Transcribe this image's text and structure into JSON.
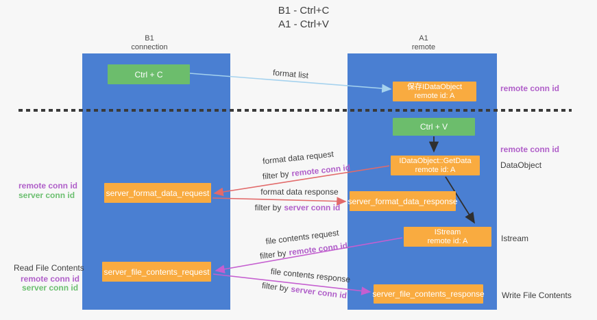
{
  "title": {
    "line1": "B1 - Ctrl+C",
    "line2": "A1 - Ctrl+V"
  },
  "lanes": {
    "left": {
      "title": "B1",
      "subtitle": "connection"
    },
    "right": {
      "title": "A1",
      "subtitle": "remote"
    }
  },
  "nodes": {
    "ctrl_c": {
      "label": "Ctrl + C"
    },
    "save_dataobject": {
      "line1": "保存IDataObject",
      "line2": "remote id: A"
    },
    "ctrl_v": {
      "label": "Ctrl + V"
    },
    "getdata": {
      "line1": "IDataObject::GetData",
      "line2": "remote id: A"
    },
    "format_request": {
      "label": "server_format_data_request"
    },
    "format_response": {
      "label": "server_format_data_response"
    },
    "istream": {
      "line1": "IStream",
      "line2": "remote id: A"
    },
    "file_request": {
      "label": "server_file_contents_request"
    },
    "file_response": {
      "label": "server_file_contents_response"
    }
  },
  "edge_labels": {
    "format_list": "format list",
    "format_data_request": "format data request",
    "format_data_response": "format data response",
    "file_contents_request": "file contents request",
    "file_contents_response": "file contents response",
    "filter_by": "filter by",
    "remote_conn_id": "remote conn id",
    "server_conn_id": "server conn id"
  },
  "side_labels": {
    "remote_conn_id_top": "remote conn id",
    "remote_conn_id_mid": "remote conn id",
    "dataobject": "DataObject",
    "istream": "Istream",
    "write_file_contents": "Write File Contents",
    "read_file_contents": "Read File Contents",
    "left_remote_conn_id_1": "remote conn id",
    "left_server_conn_id_1": "server conn id",
    "left_remote_conn_id_2": "remote conn id",
    "left_server_conn_id_2": "server conn id"
  },
  "colors": {
    "lane_blue": "#4a7fd2",
    "node_green": "#6cbd6c",
    "node_orange": "#f9ab40",
    "arrow_lightblue": "#a5d2ee",
    "arrow_red": "#e26a6a",
    "arrow_magenta": "#c55fd0",
    "arrow_black": "#2f2f2f",
    "text_purple": "#b05fc9",
    "text_green": "#6cbf70"
  }
}
